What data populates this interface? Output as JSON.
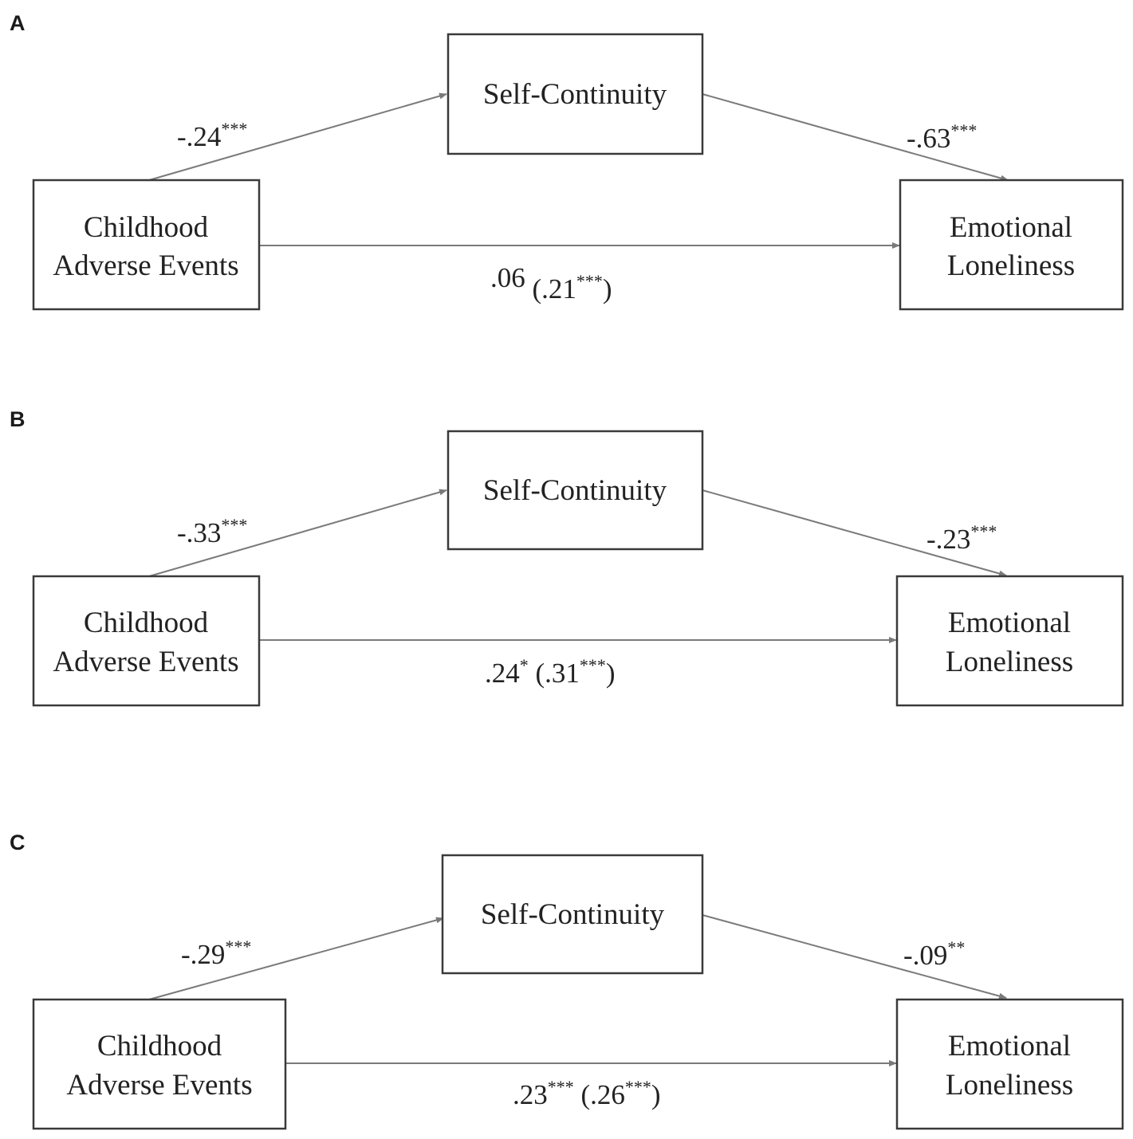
{
  "panels": [
    {
      "label": "A",
      "nodes": {
        "predictor": [
          "Childhood",
          "Adverse Events"
        ],
        "mediator": [
          "Self-Continuity"
        ],
        "outcome": [
          "Emotional",
          "Loneliness"
        ]
      },
      "paths": {
        "a": {
          "value": "-.24",
          "stars": "***"
        },
        "b": {
          "value": "-.63",
          "stars": "***"
        },
        "direct": {
          "value": ".06",
          "stars": "",
          "total_value": ".21",
          "total_stars": "***"
        }
      }
    },
    {
      "label": "B",
      "nodes": {
        "predictor": [
          "Childhood",
          "Adverse Events"
        ],
        "mediator": [
          "Self-Continuity"
        ],
        "outcome": [
          "Emotional",
          "Loneliness"
        ]
      },
      "paths": {
        "a": {
          "value": "-.33",
          "stars": "***"
        },
        "b": {
          "value": "-.23",
          "stars": "***"
        },
        "direct": {
          "value": ".24",
          "stars": "*",
          "total_value": ".31",
          "total_stars": "***"
        }
      }
    },
    {
      "label": "C",
      "nodes": {
        "predictor": [
          "Childhood",
          "Adverse Events"
        ],
        "mediator": [
          "Self-Continuity"
        ],
        "outcome": [
          "Emotional",
          "Loneliness"
        ]
      },
      "paths": {
        "a": {
          "value": "-.29",
          "stars": "***"
        },
        "b": {
          "value": "-.09",
          "stars": "**"
        },
        "direct": {
          "value": ".23",
          "stars": "***",
          "total_value": ".26",
          "total_stars": "***"
        }
      }
    }
  ]
}
